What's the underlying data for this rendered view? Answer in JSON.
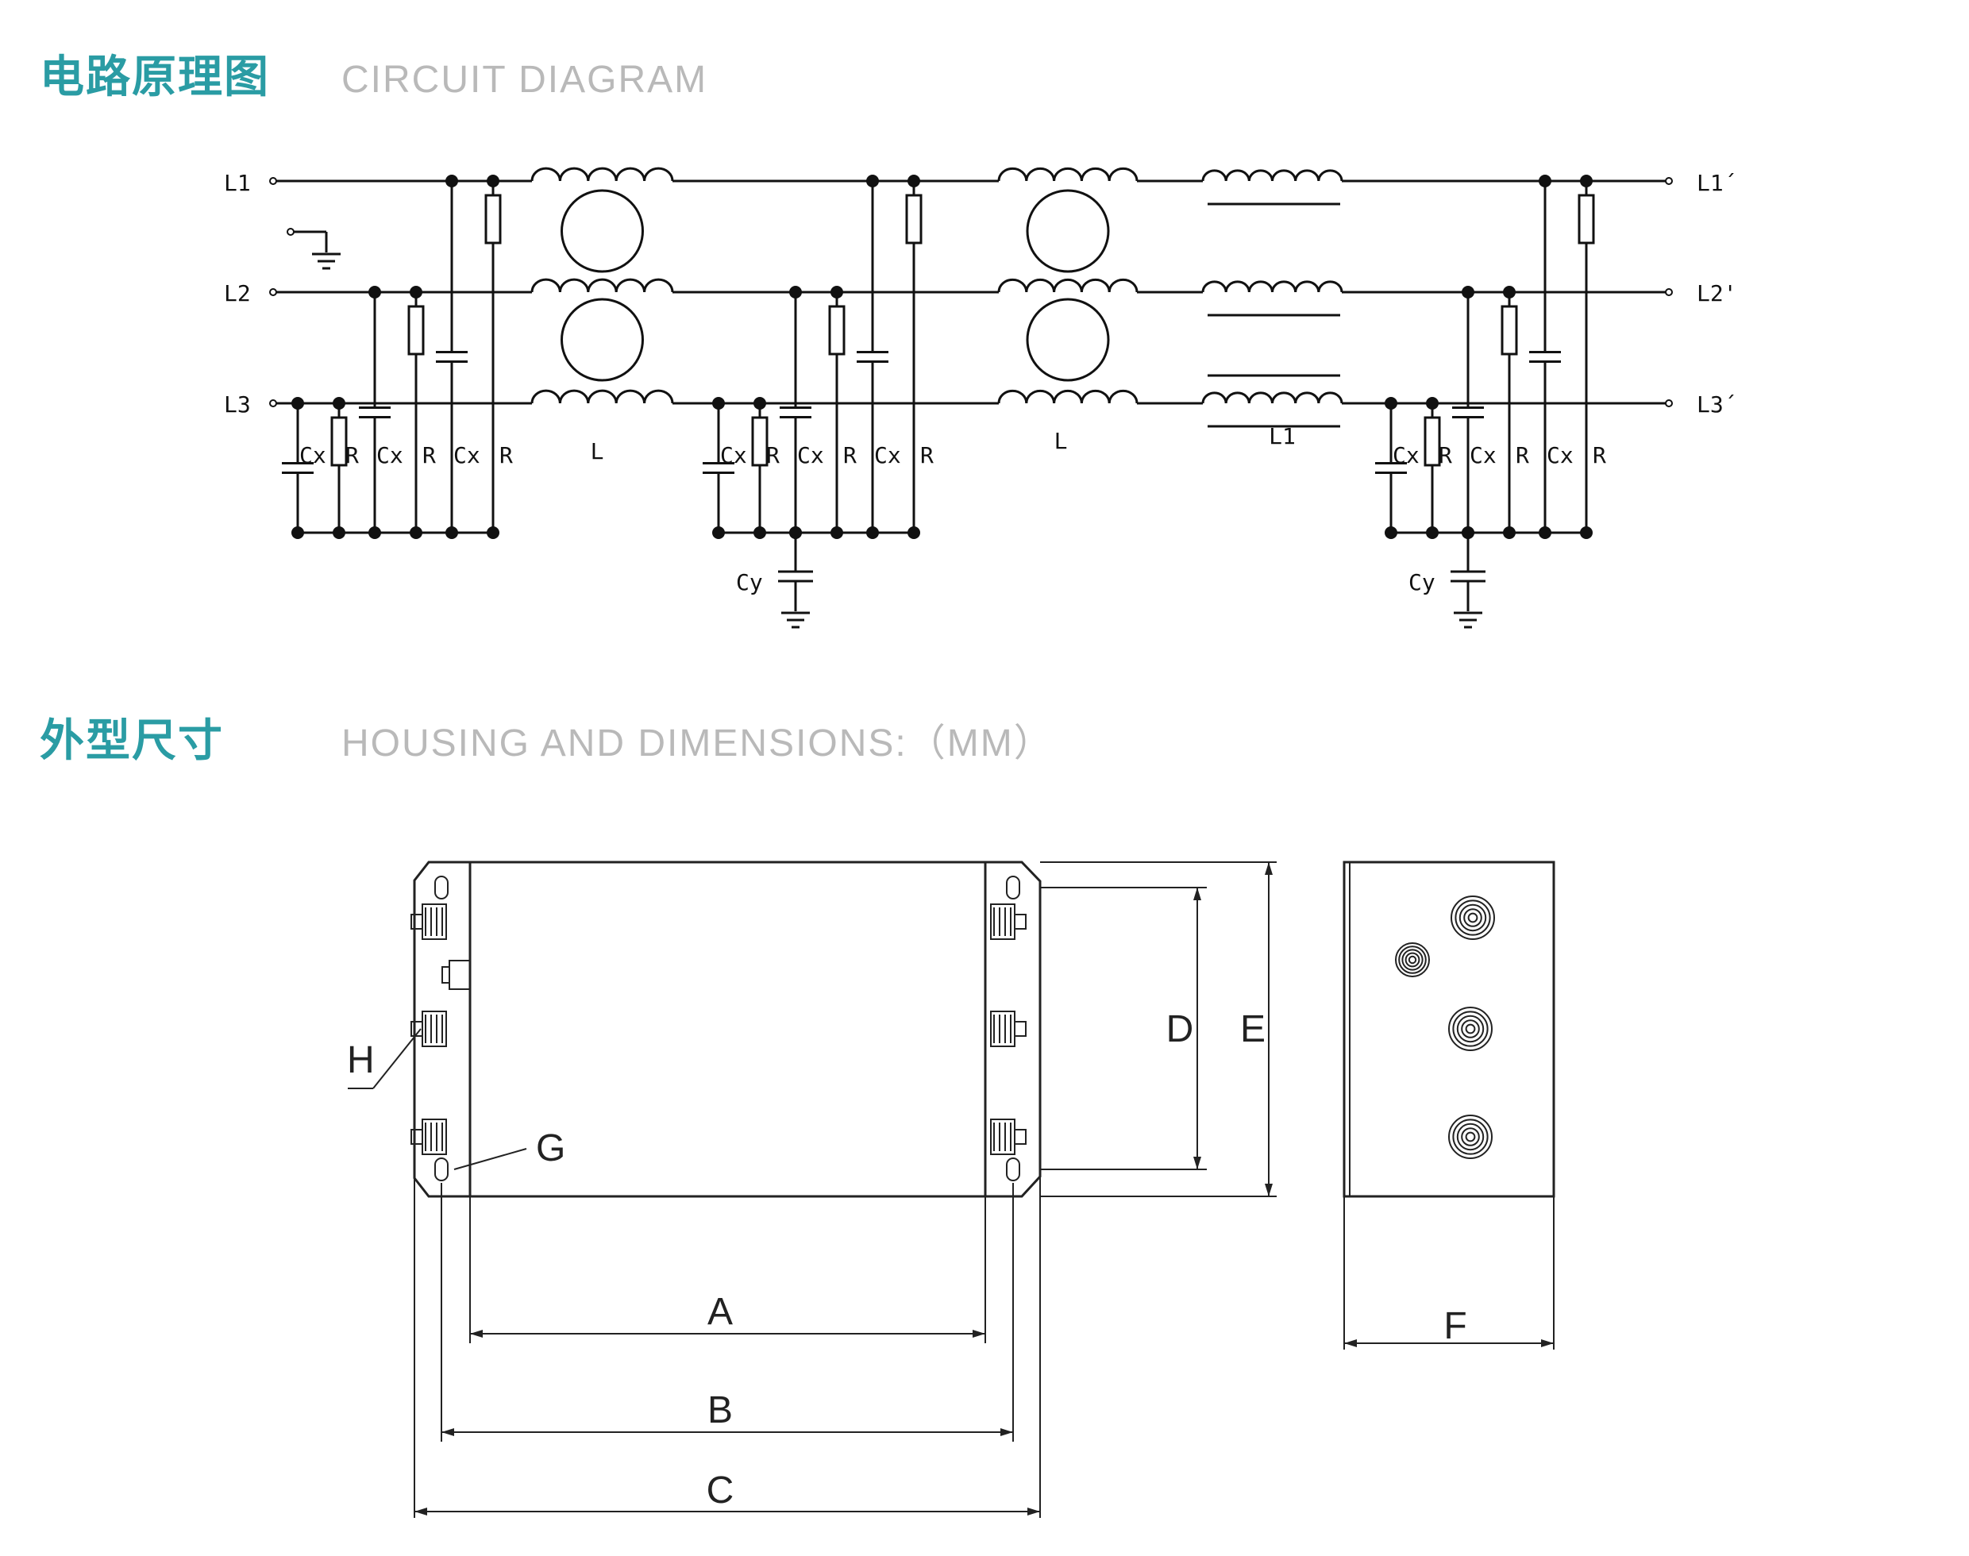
{
  "headings": {
    "circuit": {
      "cn": "电路原理图",
      "en": "CIRCUIT DIAGRAM"
    },
    "housing": {
      "cn": "外型尺寸",
      "en": "HOUSING AND DIMENSIONS:（MM）"
    }
  },
  "colors": {
    "accent": "#2a9ca4",
    "subtitle": "#b9b9b9",
    "line": "#111111"
  },
  "circuit": {
    "inputs": [
      "L1",
      "L2",
      "L3"
    ],
    "outputs": [
      "L1´",
      "L2'",
      "L3´"
    ],
    "cap_label": "Cx",
    "res_label": "R",
    "inductor_label": "L",
    "inductor_label_3": "L1",
    "ycap_label": "Cy"
  },
  "dimensions": {
    "labels": {
      "A": "A",
      "B": "B",
      "C": "C",
      "D": "D",
      "E": "E",
      "F": "F",
      "G": "G",
      "H": "H"
    }
  }
}
